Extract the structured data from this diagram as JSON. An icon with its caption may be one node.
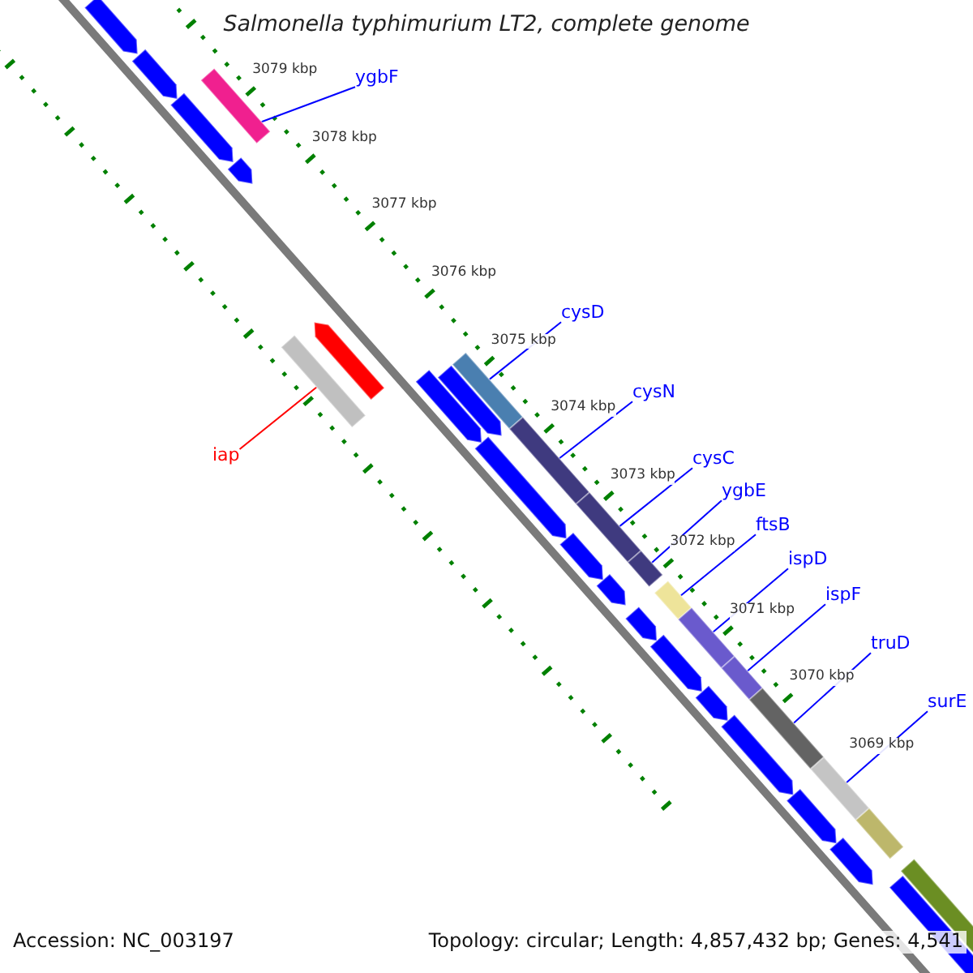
{
  "diagram": {
    "title": "Salmonella typhimurium LT2, complete genome",
    "nodes": [
      {
        "text": [
          "ygbF"
        ]
      },
      {
        "text": [],
        "shape": "bar"
      },
      {
        "text": [
          "cysD"
        ]
      },
      {
        "text": [],
        "shape": "bar"
      },
      {
        "text": [
          "iap"
        ]
      },
      {
        "text": [],
        "shape": "bar"
      },
      {
        "text": [
          "cysN"
        ]
      },
      {
        "text": [],
        "shape": "bar"
      },
      {
        "text": [
          "cysC"
        ]
      },
      {
        "text": [],
        "shape": "bar"
      },
      {
        "text": [
          "ygbE"
        ]
      },
      {
        "text": [],
        "shape": "bar"
      },
      {
        "text": [
          "ftsB"
        ]
      },
      {
        "text": [],
        "shape": "bar"
      },
      {
        "text": [
          "ispD"
        ]
      },
      {
        "text": [],
        "shape": "bar"
      },
      {
        "text": [
          "ispF"
        ]
      },
      {
        "text": [],
        "shape": "bar"
      },
      {
        "text": [
          "truD"
        ]
      },
      {
        "text": [],
        "shape": "bar"
      },
      {
        "text": [
          "surE"
        ]
      },
      {
        "text": [],
        "shape": "bar"
      }
    ],
    "edges": [
      {
        "from": 0,
        "to": 1,
        "arrow": "none"
      },
      {
        "from": 2,
        "to": 3,
        "arrow": "none"
      },
      {
        "from": 4,
        "to": 5,
        "arrow": "none",
        "color": "#ff0000"
      },
      {
        "from": 6,
        "to": 7,
        "arrow": "none"
      },
      {
        "from": 8,
        "to": 9,
        "arrow": "none"
      },
      {
        "from": 10,
        "to": 11,
        "arrow": "none"
      },
      {
        "from": 12,
        "to": 13,
        "arrow": "none"
      },
      {
        "from": 14,
        "to": 15,
        "arrow": "none"
      },
      {
        "from": 16,
        "to": 17,
        "arrow": "none"
      },
      {
        "from": 18,
        "to": 19,
        "arrow": "none"
      },
      {
        "from": 20,
        "to": 21,
        "arrow": "none"
      }
    ],
    "labels": [
      "3079 kbp",
      "3078 kbp",
      "3077 kbp",
      "3076 kbp",
      "3075 kbp",
      "3074 kbp",
      "3073 kbp",
      "3072 kbp",
      "3071 kbp",
      "3070 kbp",
      "3069 kbp",
      "Accession: NC_003197",
      "Topology: circular; Length: 4,857,432 bp; Genes: 4,541"
    ]
  }
}
